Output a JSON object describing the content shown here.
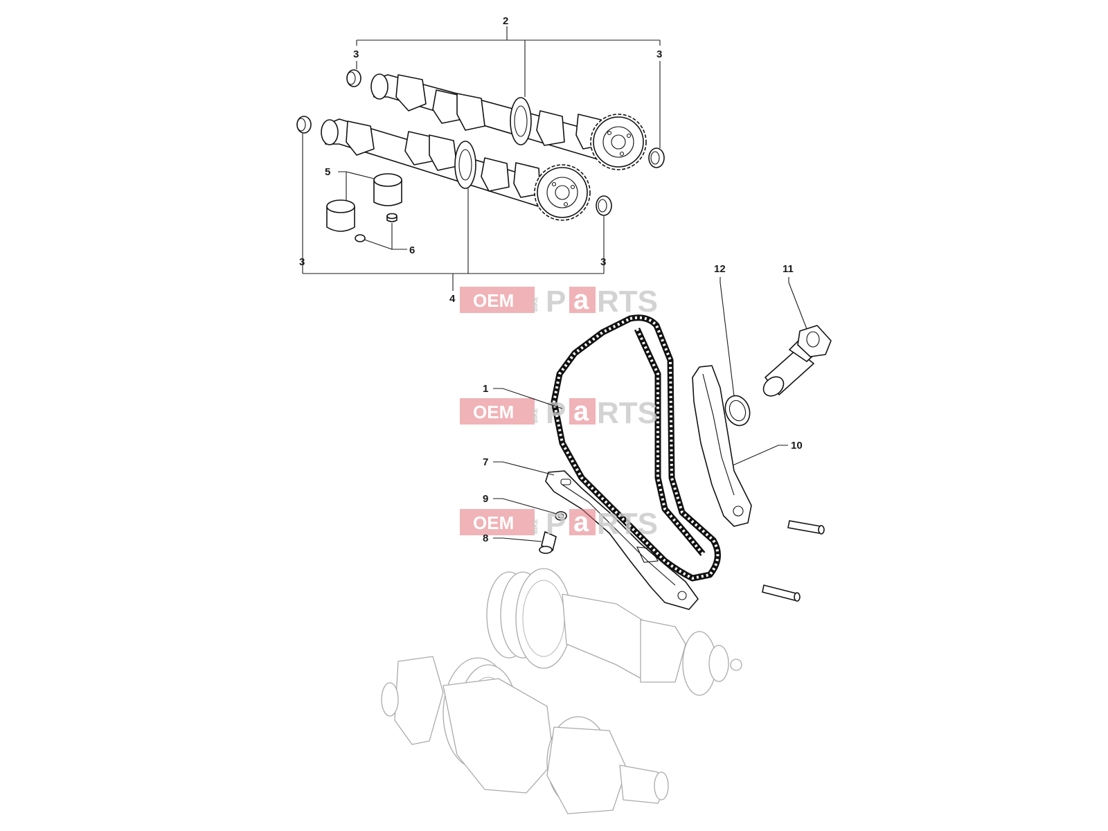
{
  "callouts": {
    "c1": "1",
    "c2": "2",
    "c3a": "3",
    "c3b": "3",
    "c3c": "3",
    "c3d": "3",
    "c4": "4",
    "c5": "5",
    "c6": "6",
    "c7": "7",
    "c8": "8",
    "c9": "9",
    "c10": "10",
    "c11": "11",
    "c12": "12"
  },
  "watermark": {
    "oem": "OEM",
    "bike": "BIKE",
    "parts_prefix": "P",
    "parts_a": "a",
    "parts_suffix": "RTS"
  },
  "colors": {
    "watermark_accent": "#e4747c",
    "line": "#111111",
    "ghost": "#aaaaaa"
  }
}
